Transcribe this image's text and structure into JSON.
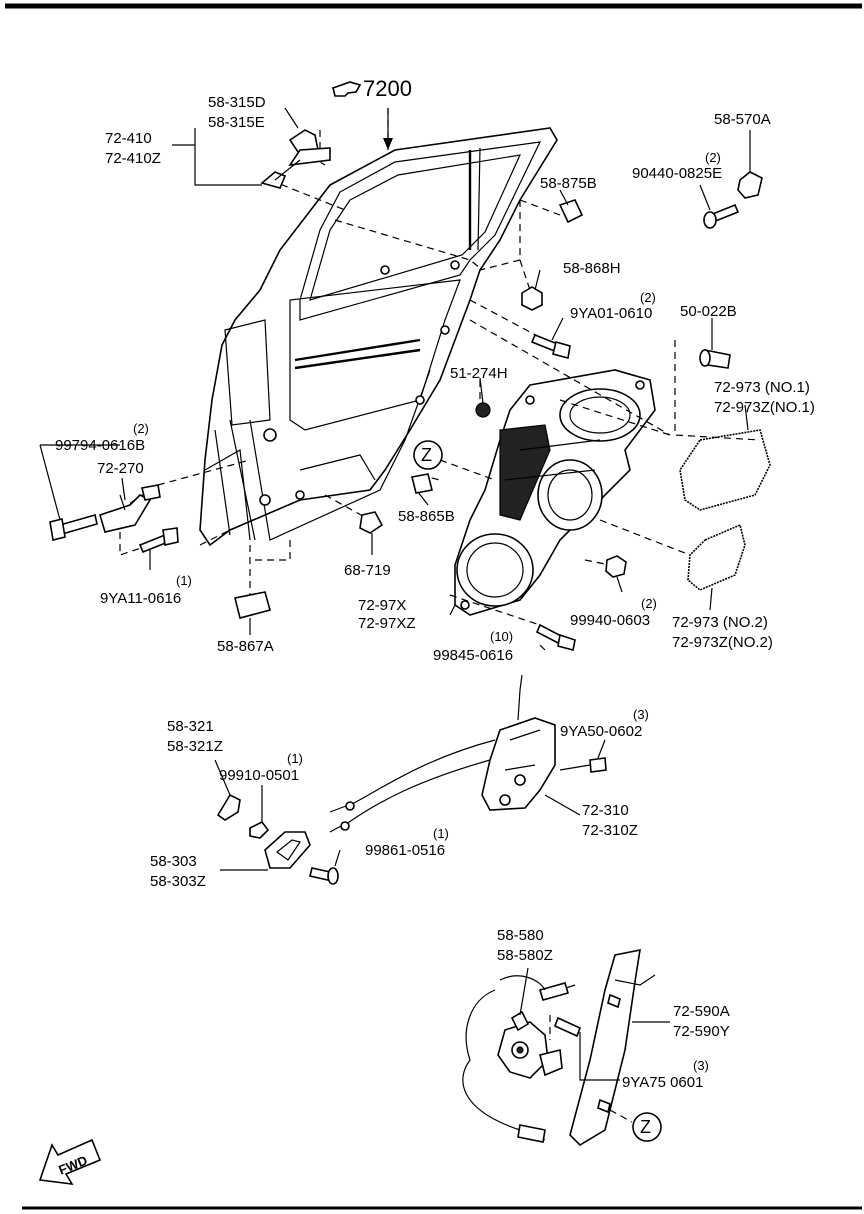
{
  "labels": {
    "main_ref": "7200",
    "hinge_upper": [
      "58-315D",
      "58-315E"
    ],
    "hinge_upper_arm": [
      "72-410",
      "72-410Z"
    ],
    "fastener_0825_qty": "(2)",
    "fastener_0825": "90440-0825E",
    "part_570A": "58-570A",
    "part_875B": "58-875B",
    "part_868H": "58-868H",
    "bolt_0610_qty": "(2)",
    "bolt_0610": "9YA01-0610",
    "part_022B": "50-022B",
    "part_274H": "51-274H",
    "seal_no1": [
      "72-973  (NO.1)",
      "72-973Z(NO.1)"
    ],
    "bolt_0616b_qty": "(2)",
    "bolt_0616b": "99794-0616B",
    "hinge_lower": "72-270",
    "z_marker": "Z",
    "part_865B": "58-865B",
    "part_719": "68-719",
    "bolt_11_qty": "(1)",
    "bolt_11": "9YA11-0616",
    "part_867A": "58-867A",
    "panel": [
      "72-97X",
      "72-97XZ"
    ],
    "nut_0603_qty": "(2)",
    "nut_0603": "99940-0603",
    "seal_no2": [
      "72-973  (NO.2)",
      "72-973Z(NO.2)"
    ],
    "bolt_0616_qty": "(10)",
    "bolt_0616": "99845-0616",
    "handle_lever": [
      "58-321",
      "58-321Z"
    ],
    "clip_0501_qty": "(1)",
    "clip_0501": "99910-0501",
    "bolt_0602_qty": "(3)",
    "bolt_0602": "9YA50-0602",
    "latch": [
      "72-310",
      "72-310Z"
    ],
    "inner_handle": [
      "58-303",
      "58-303Z"
    ],
    "screw_0516_qty": "(1)",
    "screw_0516": "99861-0516",
    "regulator_motor": [
      "58-580",
      "58-580Z"
    ],
    "regulator": [
      "72-590A",
      "72-590Y"
    ],
    "bolt_0601_qty": "(3)",
    "bolt_0601": "9YA75 0601",
    "fwd": "FWD"
  }
}
